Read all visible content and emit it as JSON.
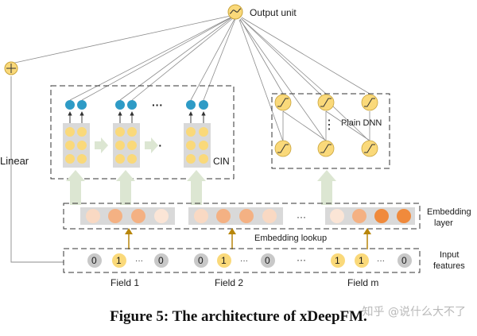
{
  "nodes": {
    "output_unit": "Output unit",
    "linear": "Linear",
    "cin": "CIN",
    "plain_dnn": "Plain DNN",
    "embedding_layer": [
      "Embedding",
      "layer"
    ],
    "embedding_lookup": "Embedding lookup",
    "input_features": [
      "Input",
      "features"
    ]
  },
  "fields": [
    {
      "label": "Field 1",
      "values": [
        "0",
        "1",
        "···",
        "0"
      ]
    },
    {
      "label": "Field 2",
      "values": [
        "0",
        "1",
        "···",
        "0"
      ]
    },
    {
      "label": "Field m",
      "values": [
        "1",
        "1",
        "···",
        "0"
      ]
    }
  ],
  "ellipsis": "···",
  "vertical_ellipsis": "⋮",
  "caption": "Figure 5: The architecture of xDeepFM.",
  "watermark": "知乎 @说什么大不了",
  "colors": {
    "node_yellow": "#FAD97A",
    "node_yellow_stroke": "#C9A43B",
    "cin_output_blue": "#2E9BC6",
    "grey_panel": "#D9D9D9",
    "arrow_green": "#DCE6D2",
    "arrow_gold": "#B8860B",
    "embed_light": "#F9D9C3",
    "embed_mid": "#F4B183",
    "embed_dark": "#F08A3C",
    "input_grey": "#C8C8C8"
  }
}
